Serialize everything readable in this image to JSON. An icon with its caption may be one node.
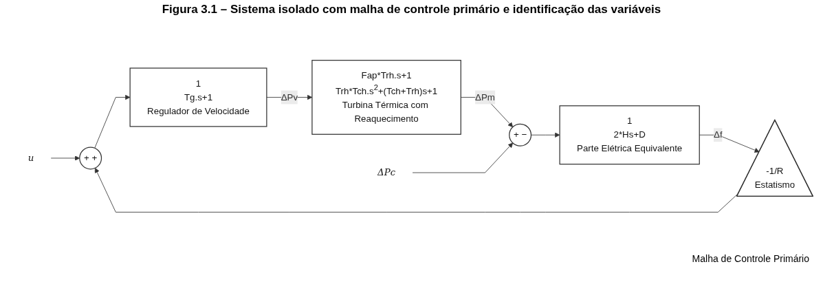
{
  "diagram": {
    "title": "Figura 3.1 – Sistema isolado com malha de controle primário e identificação das variáveis",
    "nodes": [
      {
        "text": [
          "u"
        ]
      },
      {
        "text": [
          "+ +"
        ]
      },
      {
        "text": [
          "1",
          "Tg.s+1",
          "Regulador de Velocidade"
        ]
      },
      {
        "text": [
          "Fap*Trh.s+1",
          "Trh*Tch.s$^{2}$+(Tch+Trh)s+1",
          "Turbina Térmica com Reaquecimento"
        ]
      },
      {
        "text": [
          "+ −"
        ]
      },
      {
        "text": [
          "ΔPc"
        ]
      },
      {
        "text": [
          "1",
          "2*Hs+D",
          "Parte Elétrica Equivalente"
        ]
      },
      {
        "text": [
          "-1/R",
          "Estatismo"
        ]
      }
    ],
    "edges": [
      {
        "from": 0,
        "to": 1,
        "arrow": "to"
      },
      {
        "from": 1,
        "to": 2,
        "arrow": "to"
      },
      {
        "from": 2,
        "to": 3,
        "arrow": "to",
        "label": "ΔPv"
      },
      {
        "from": 3,
        "to": 4,
        "arrow": "to",
        "label": "ΔPm"
      },
      {
        "from": 5,
        "to": 4,
        "arrow": "to"
      },
      {
        "from": 4,
        "to": 6,
        "arrow": "to"
      },
      {
        "from": 6,
        "to": 7,
        "arrow": "to",
        "label": "Δf"
      },
      {
        "from": 7,
        "to": 1,
        "arrow": "to"
      }
    ],
    "labels": [
      "Malha de Controle Primário"
    ]
  }
}
